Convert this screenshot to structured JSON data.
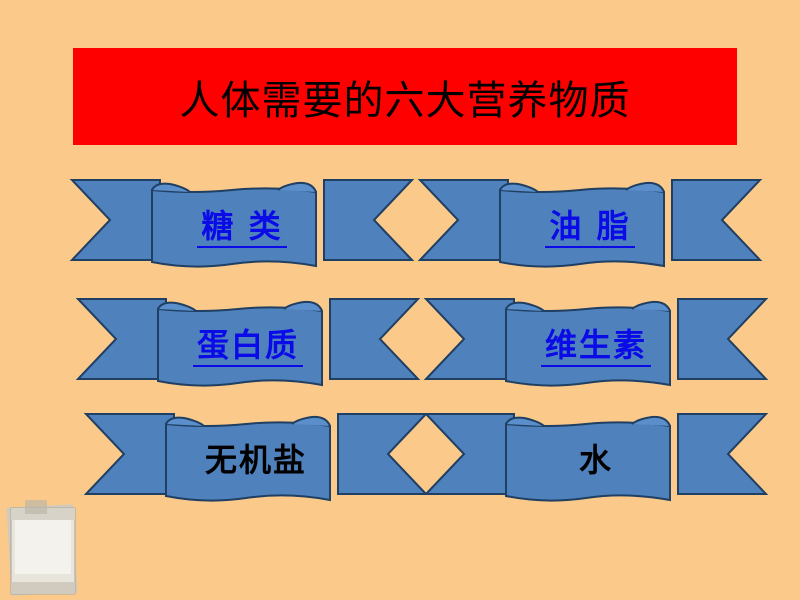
{
  "title": "人体需要的六大营养物质",
  "colors": {
    "background": "#FBC98A",
    "title_box": "#FF0000",
    "banner_fill": "#4F81BD",
    "banner_stroke": "#1F3F63",
    "link_text": "#0B0BE8"
  },
  "banners": [
    {
      "label": "糖 类",
      "linked": true
    },
    {
      "label": "油 脂",
      "linked": true
    },
    {
      "label": "蛋白质",
      "linked": true
    },
    {
      "label": "维生素",
      "linked": true
    },
    {
      "label": "无机盐",
      "linked": false
    },
    {
      "label": "水",
      "linked": false
    }
  ],
  "decor": {
    "icon": "paper-note-icon"
  }
}
